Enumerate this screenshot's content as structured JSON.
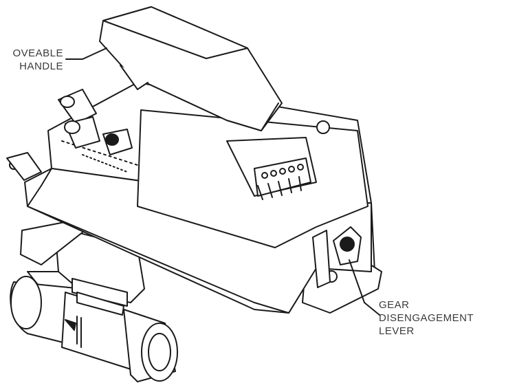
{
  "labels": {
    "handle": [
      "OVEABLE",
      "HANDLE"
    ],
    "lever": [
      "GEAR",
      "DISENGAGEMENT",
      "LEVER"
    ]
  },
  "colors": {
    "line": "#1a1a1a",
    "fill": "#ffffff",
    "label": "#3a3a3a"
  }
}
